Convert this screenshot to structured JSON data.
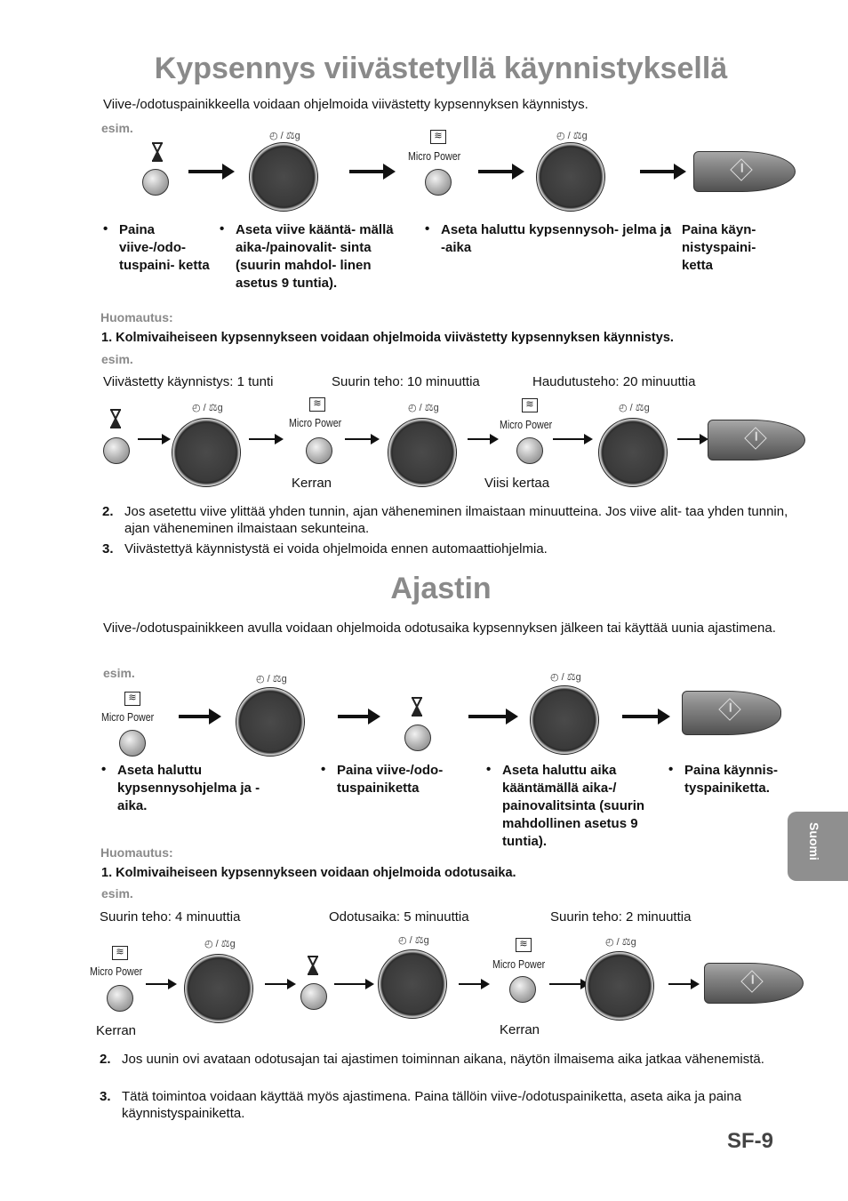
{
  "section1": {
    "title": "Kypsennys viivästetyllä käynnistyksellä",
    "intro": "Viive-/odotuspainikkeella voidaan ohjelmoida viivästetty kypsennyksen käynnistys.",
    "esim": "esim.",
    "steps": [
      "Paina viive-/odo- tuspaini- ketta",
      "Aseta viive kääntä- mällä aika-/painovalit- sinta (suurin mahdol- linen asetus 9 tuntia).",
      "Aseta haluttu kypsennysoh- jelma ja -aika",
      "Paina käyn- nistyspaini- ketta"
    ],
    "note_label": "Huomautus:",
    "note1": "1. Kolmivaiheiseen kypsennykseen voidaan ohjelmoida viivästetty kypsennyksen käynnistys.",
    "esim2": "esim.",
    "example_headers": [
      "Viivästetty käynnistys: 1 tunti",
      "Suurin teho: 10 minuuttia",
      "Haudutusteho: 20 minuuttia"
    ],
    "example_captions": [
      "Kerran",
      "Viisi kertaa"
    ],
    "items": [
      {
        "n": "2.",
        "text": "Jos asetettu viive ylittää yhden tunnin, ajan väheneminen ilmaistaan minuutteina. Jos viive alit- taa yhden tunnin, ajan väheneminen ilmaistaan sekunteina."
      },
      {
        "n": "3.",
        "text": "Viivästettyä käynnistystä ei voida ohjelmoida ennen automaattiohjelmia."
      }
    ]
  },
  "section2": {
    "title": "Ajastin",
    "intro": "Viive-/odotuspainikkeen avulla voidaan ohjelmoida odotusaika kypsennyksen jälkeen tai käyttää uunia ajastimena.",
    "esim": "esim.",
    "steps": [
      "Aseta haluttu kypsennysohjelma ja -aika.",
      "Paina viive-/odo- tuspainiketta",
      "Aseta haluttu aika kääntämällä aika-/ painovalitsinta (suurin mahdollinen asetus 9 tuntia).",
      "Paina käynnis- tyspainiketta."
    ],
    "note_label": "Huomautus:",
    "note1": "1. Kolmivaiheiseen kypsennykseen voidaan ohjelmoida odotusaika.",
    "esim2": "esim.",
    "example_headers": [
      "Suurin teho: 4 minuuttia",
      "Odotusaika: 5 minuuttia",
      "Suurin teho: 2 minuuttia"
    ],
    "example_captions": [
      "Kerran",
      "Kerran"
    ],
    "items": [
      {
        "n": "2.",
        "text": "Jos uunin ovi avataan odotusajan tai ajastimen toiminnan aikana, näytön ilmaisema aika jatkaa vähenemistä."
      },
      {
        "n": "3.",
        "text": "Tätä toimintoa voidaan käyttää myös ajastimena. Paina tällöin viive-/odotuspainiketta, aseta aika ja paina käynnistyspainiketta."
      }
    ]
  },
  "labels": {
    "micro_power": "Micro Power",
    "dial_label": "◴ / ⚖g"
  },
  "side_tab": "Suomi",
  "page_number": "SF-9"
}
